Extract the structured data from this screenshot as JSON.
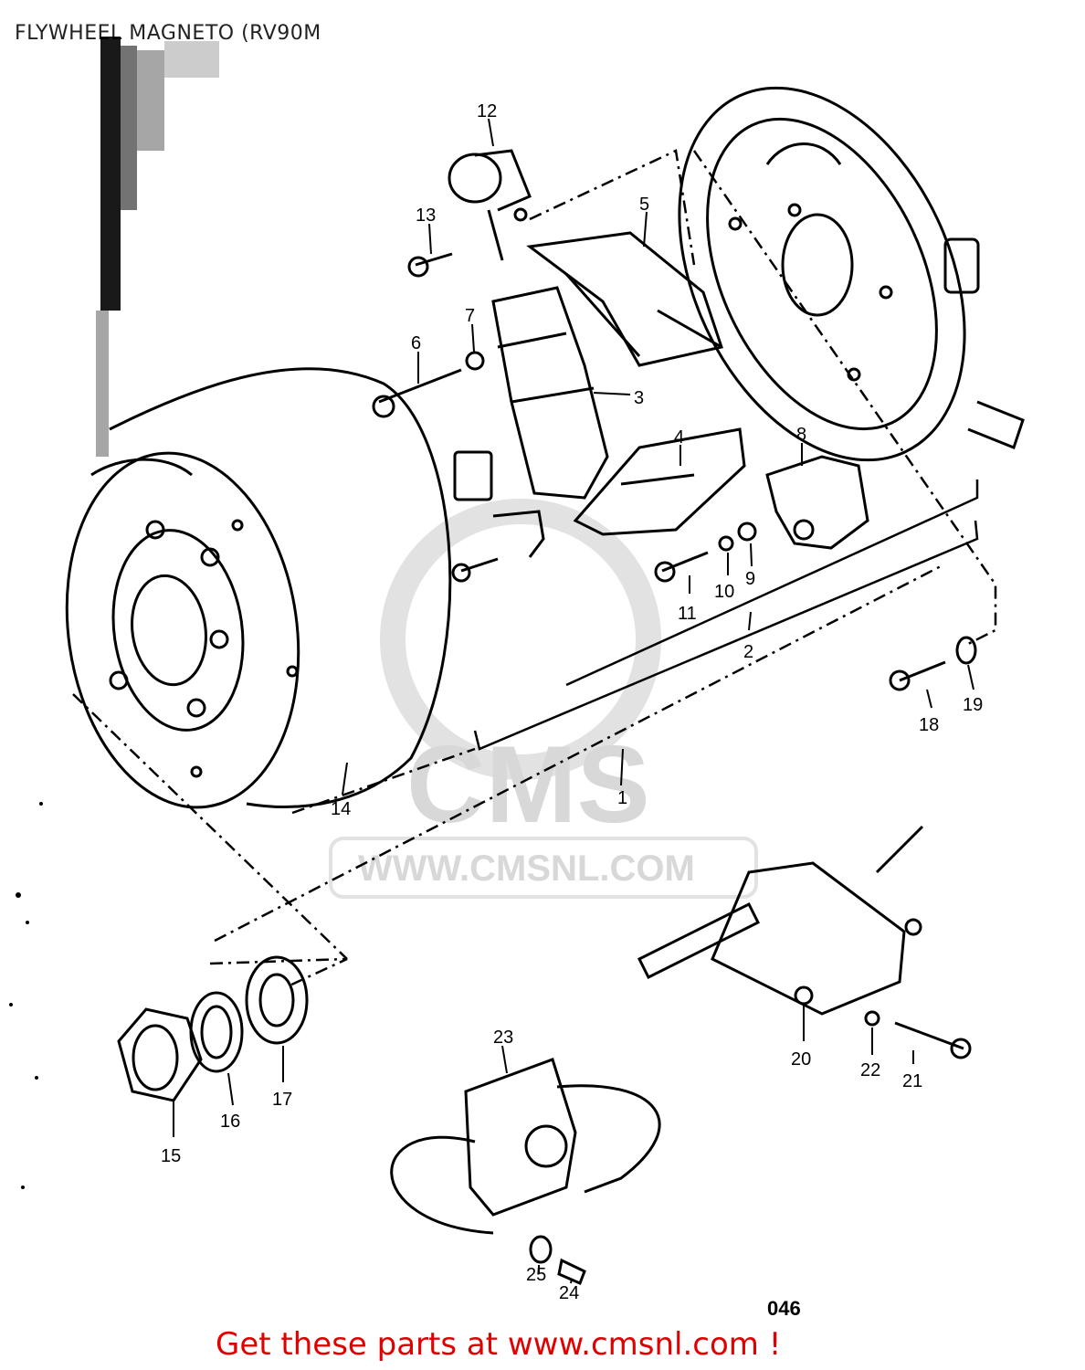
{
  "page": {
    "title": "FLYWHEEL MAGNETO (RV90M",
    "footer_link": "Get these parts at www.cmsnl.com !",
    "ref_code": "046"
  },
  "watermark": {
    "logo_text": "CMS",
    "url_text": "WWW.CMSNL.COM"
  },
  "callouts": [
    "1",
    "2",
    "3",
    "4",
    "5",
    "6",
    "7",
    "8",
    "9",
    "10",
    "11",
    "12",
    "13",
    "14",
    "15",
    "16",
    "17",
    "18",
    "19",
    "20",
    "21",
    "22",
    "23",
    "24",
    "25"
  ],
  "colors": {
    "footer": "#e10000",
    "line": "#000000",
    "watermark": "#d8d8d8"
  }
}
